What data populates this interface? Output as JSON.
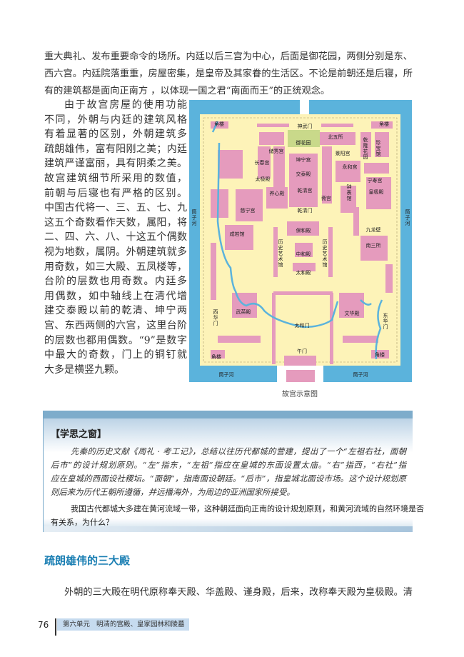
{
  "top_paragraph": [
    "重大典礼、发布重要命令的场所。内廷以后三宫为中心，后面是御花园，两侧分别是东、",
    "西六宫。内廷院落重重，房屋密集，是皇帝及其家眷的生活区。不论是前朝还是后寝，所",
    "有的建筑都是面向正南方 ，以体现一国之君“南面而王”的正统观念。"
  ],
  "left_paragraph": [
    "由于故宫房屋的使用功能",
    "不同，外朝与内廷的建筑风格",
    "有着显著的区别，外朝建筑多",
    "疏朗雄伟，富有阳刚之美；内廷",
    "建筑严谨富丽，具有阴柔之美。",
    "故宫建筑细节所采用的数值，",
    "前朝与后寝也有严格的区别。",
    "中国古代将一、三、五、七、九",
    "这五个奇数看作天数，属阳，将",
    "二、四、六、八、十这五个偶数",
    "视为地数，属阴。外朝建筑就多",
    "用奇数，如三大殿、五凤楼等，",
    "台阶的层数也用奇数。内廷多",
    "用偶数，如中轴线上在清代增",
    "建交泰殿以前的乾清、坤宁两",
    "宫、东西两侧的六宫，这里台阶",
    "的层数也都用偶数。“9”是数字",
    "中最大的奇数，门上的铜钉就",
    "大多是横竖九颗。"
  ],
  "map": {
    "caption": "故宫示意图",
    "colors": {
      "moat": "#5bb3dc",
      "ground": "#fdf3b8",
      "building": "#e59bbd",
      "garden": "#c9d98a",
      "river": "#5bb3dc"
    },
    "labels": [
      "角楼",
      "神武门",
      "角楼",
      "御花园",
      "北五所",
      "乾隆花园",
      "珍宝馆",
      "储秀宫",
      "景阳宫",
      "长春宫",
      "坤宁宫",
      "永和宫",
      "太极殿",
      "交泰殿",
      "宁寿宫",
      "养心殿",
      "乾清宫",
      "钟表馆",
      "皇极殿",
      "斋宫",
      "慈宁宫",
      "乾清门",
      "九龙壁",
      "保和殿",
      "咸若馆",
      "历史艺术馆",
      "历史艺术馆",
      "南三所",
      "中和殿",
      "太和殿",
      "武英殿",
      "文华殿",
      "西华门",
      "东华门",
      "太和门",
      "午门",
      "角楼",
      "角楼",
      "筒子河",
      "筒子河",
      "筒子河",
      "筒子河"
    ]
  },
  "study_box": {
    "title": "【学思之窗】",
    "text": [
      "先秦的历史文献《周礼 · 考工记》，总结以往历代都城的营建，提出了一个“左祖右社，面朝",
      "后市”的设计规划原则。“左”指东，“左祖”指应在皇城的东面设置太庙。“右”指西，“右社”指",
      "应在皇城的西面设社稷坛。“面朝”，指南面设朝廷。“后市”，指皇城北面设市场。这个设计规划原",
      "则后来为历代王朝所遵循，并远播海外，为周边的亚洲国家所接受。"
    ],
    "question": [
      "我国古代都城大多建在黄河流域一带，这种朝廷面向正南的设计规划原则，和黄河流域的自然环境是否",
      "有关系，为什么？"
    ]
  },
  "section": {
    "heading": "疏朗雄伟的三大殿",
    "paragraph": "外朝的三大殿在明代原称奉天殿、华盖殿、谨身殿，后来，改称奉天殿为皇极殿。清"
  },
  "footer": {
    "page_number": "76",
    "unit_title": "第六单元   明清的宫殿、皇家园林和陵墓"
  }
}
